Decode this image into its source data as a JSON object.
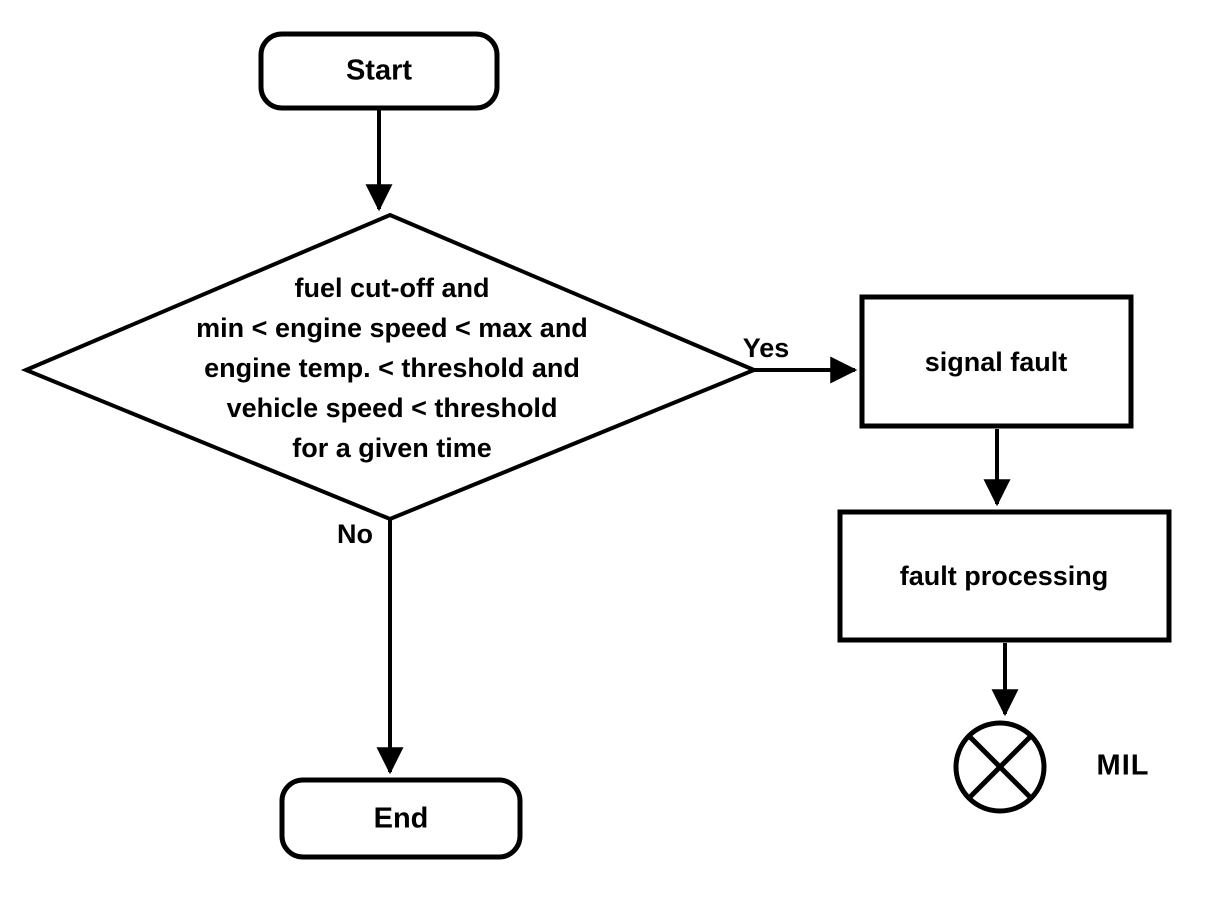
{
  "colors": {
    "ink": "#000000",
    "background": "#ffffff"
  },
  "flowchart": {
    "nodes": {
      "start": {
        "label": "Start",
        "shape": "rounded-rectangle"
      },
      "decision": {
        "label": "fuel cut-off and\nmin < engine speed < max and\nengine temp. < threshold and\nvehicle speed < threshold\nfor a given time",
        "shape": "diamond"
      },
      "signal_fault": {
        "label": "signal fault",
        "shape": "rectangle"
      },
      "fault_processing": {
        "label": "fault processing",
        "shape": "rectangle"
      },
      "end": {
        "label": "End",
        "shape": "rounded-rectangle"
      },
      "mil_lamp": {
        "label": "MIL",
        "shape": "indicator-lamp-circle-x"
      }
    },
    "edges": [
      {
        "from": "start",
        "to": "decision",
        "label": ""
      },
      {
        "from": "decision",
        "to": "signal_fault",
        "label": "Yes"
      },
      {
        "from": "decision",
        "to": "end",
        "label": "No"
      },
      {
        "from": "signal_fault",
        "to": "fault_processing",
        "label": ""
      },
      {
        "from": "fault_processing",
        "to": "mil_lamp",
        "label": ""
      }
    ]
  }
}
